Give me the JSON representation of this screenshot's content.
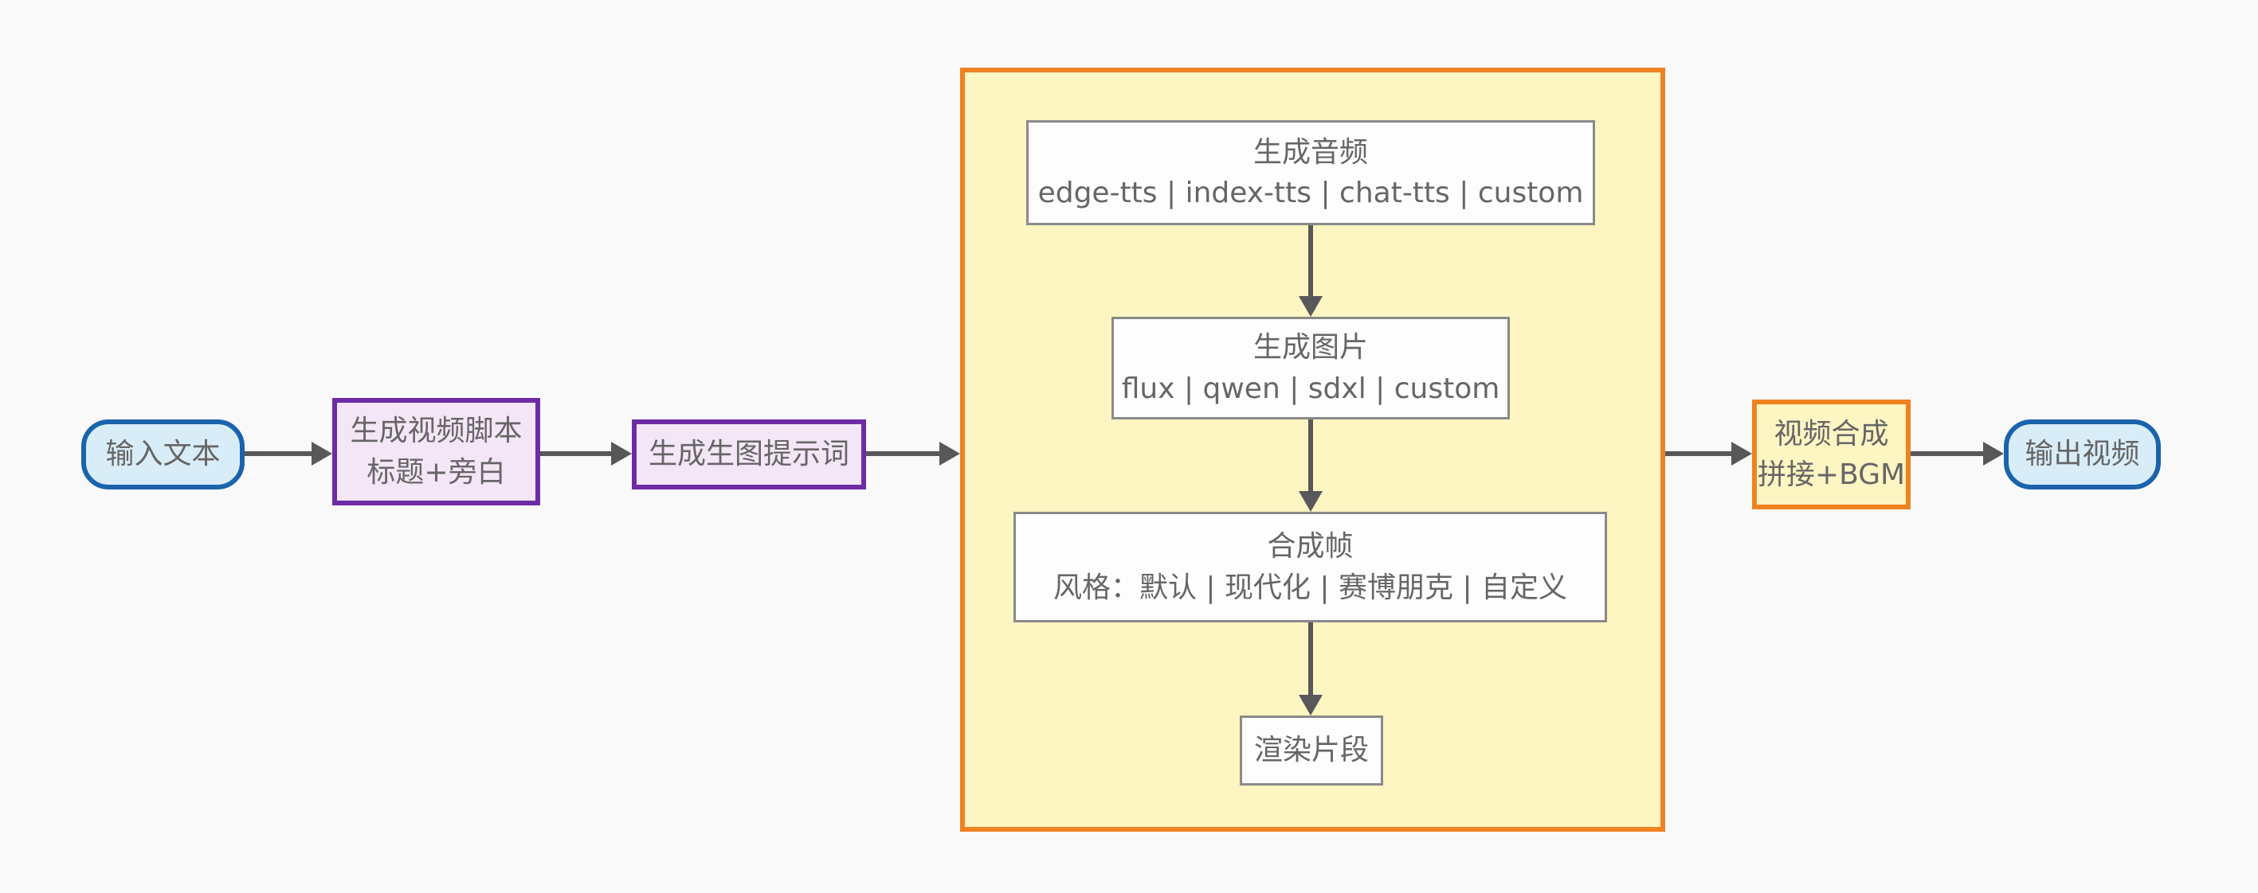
{
  "colors": {
    "background": "#f9f9f9",
    "text": "#666666",
    "arrow": "#58585a",
    "accent_blue": "#1a63ad",
    "fill_blue": "#d9edf8",
    "accent_purple": "#6d2ba6",
    "fill_purple": "#f3e6f6",
    "accent_orange": "#ef8220",
    "fill_yellow": "#fdf5c2",
    "box_border": "#8a8a8a",
    "box_fill": "#fdfdfd"
  },
  "flow": {
    "input": {
      "label": "输入文本"
    },
    "script": {
      "title": "生成视频脚本",
      "subtitle": "标题+旁白"
    },
    "prompt": {
      "label": "生成生图提示词"
    },
    "pipeline": {
      "audio": {
        "title": "生成音频",
        "subtitle": "edge-tts | index-tts | chat-tts | custom"
      },
      "image": {
        "title": "生成图片",
        "subtitle": "flux | qwen | sdxl | custom"
      },
      "frames": {
        "title": "合成帧",
        "subtitle": "风格：默认 | 现代化 | 赛博朋克 | 自定义"
      },
      "render": {
        "label": "渲染片段"
      }
    },
    "compose": {
      "title": "视频合成",
      "subtitle": "拼接+BGM"
    },
    "output": {
      "label": "输出视频"
    }
  }
}
